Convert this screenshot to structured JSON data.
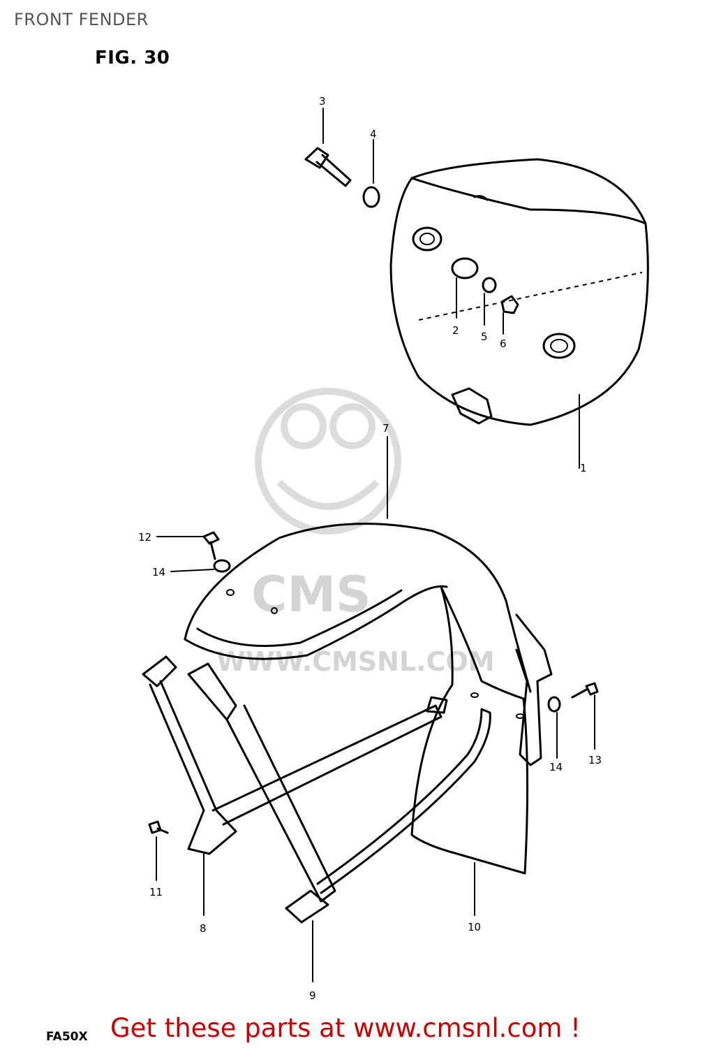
{
  "header": {
    "title": "FRONT FENDER",
    "figure": "FIG. 30"
  },
  "callouts": [
    "1",
    "2",
    "3",
    "4",
    "5",
    "6",
    "7",
    "8",
    "9",
    "10",
    "11",
    "12",
    "13",
    "14",
    "14"
  ],
  "watermark": {
    "brand": "CMS",
    "url": "WWW.CMSNL.COM"
  },
  "footer": {
    "model": "FA50X",
    "link_text": "Get these parts at www.cmsnl.com !"
  },
  "colors": {
    "link": "#cc0000",
    "title": "#555555",
    "watermark": "#d4d4d4"
  }
}
